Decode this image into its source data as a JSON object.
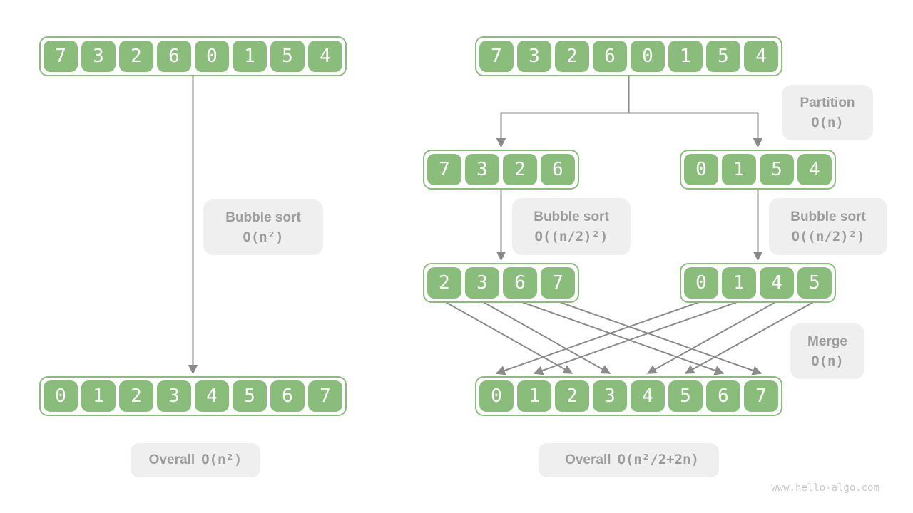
{
  "colors": {
    "cell_green": "#8abd7c",
    "label_bg": "#efefef",
    "label_text": "#9c9c9c",
    "arrow": "#8b8b8b",
    "watermark_text": "#c9c9c9"
  },
  "watermark": "www.hello-algo.com",
  "left": {
    "top_array": [
      7,
      3,
      2,
      6,
      0,
      1,
      5,
      4
    ],
    "bottom_array": [
      0,
      1,
      2,
      3,
      4,
      5,
      6,
      7
    ],
    "bubble_label": {
      "title": "Bubble sort",
      "complexity": "O(n²)"
    },
    "overall_label": {
      "title": "Overall",
      "complexity": "O(n²)"
    }
  },
  "right": {
    "top_array": [
      7,
      3,
      2,
      6,
      0,
      1,
      5,
      4
    ],
    "partition_label": {
      "title": "Partition",
      "complexity": "O(n)"
    },
    "left_subarray": [
      7,
      3,
      2,
      6
    ],
    "right_subarray": [
      0,
      1,
      5,
      4
    ],
    "bubble_left_label": {
      "title": "Bubble sort",
      "complexity": "O((n/2)²)"
    },
    "bubble_right_label": {
      "title": "Bubble sort",
      "complexity": "O((n/2)²)"
    },
    "left_sorted": [
      2,
      3,
      6,
      7
    ],
    "right_sorted": [
      0,
      1,
      4,
      5
    ],
    "merge_label": {
      "title": "Merge",
      "complexity": "O(n)"
    },
    "final_array": [
      0,
      1,
      2,
      3,
      4,
      5,
      6,
      7
    ],
    "merge_arrows": [
      {
        "from_array": "left_sorted",
        "from_index": 0,
        "to_index": 2
      },
      {
        "from_array": "left_sorted",
        "from_index": 1,
        "to_index": 3
      },
      {
        "from_array": "left_sorted",
        "from_index": 2,
        "to_index": 6
      },
      {
        "from_array": "left_sorted",
        "from_index": 3,
        "to_index": 7
      },
      {
        "from_array": "right_sorted",
        "from_index": 0,
        "to_index": 0
      },
      {
        "from_array": "right_sorted",
        "from_index": 1,
        "to_index": 1
      },
      {
        "from_array": "right_sorted",
        "from_index": 2,
        "to_index": 4
      },
      {
        "from_array": "right_sorted",
        "from_index": 3,
        "to_index": 5
      }
    ]
  }
}
